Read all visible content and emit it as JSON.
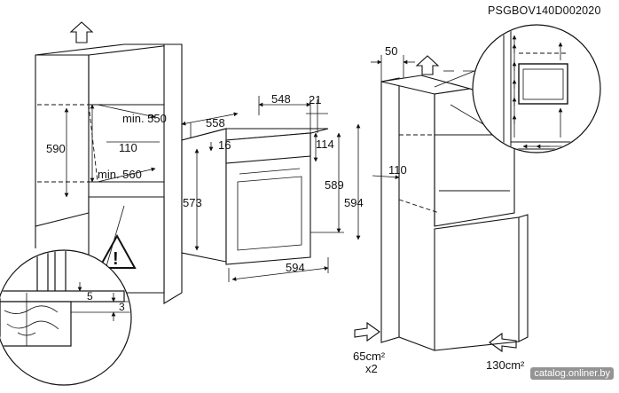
{
  "document_code": "PSGBOV140D002020",
  "watermark": "catalog.onliner.by",
  "left_cabinet": {
    "dims": {
      "height": "590",
      "min_depth_upper": "min. 550",
      "min_depth_lower": "min. 560",
      "gap": "110"
    }
  },
  "oven": {
    "dims": {
      "depth_total": "558",
      "depth_body": "548",
      "door": "21",
      "top_offset": "16",
      "body_height": "573",
      "height_inner": "589",
      "height_total": "594",
      "side": "114",
      "width": "594"
    }
  },
  "detail": {
    "dims": {
      "a": "5",
      "b": "3"
    },
    "icons": [
      "warning-icon"
    ]
  },
  "right_cabinet": {
    "dims": {
      "top": "50",
      "side": "110"
    },
    "vent_bottom": {
      "area": "65cm²",
      "count": "x2"
    },
    "vent_right": {
      "area": "130cm²"
    }
  },
  "icons": [
    "arrow-up-icon",
    "arrow-up-icon",
    "arrow-right-icon",
    "arrow-left-icon",
    "warning-icon"
  ]
}
